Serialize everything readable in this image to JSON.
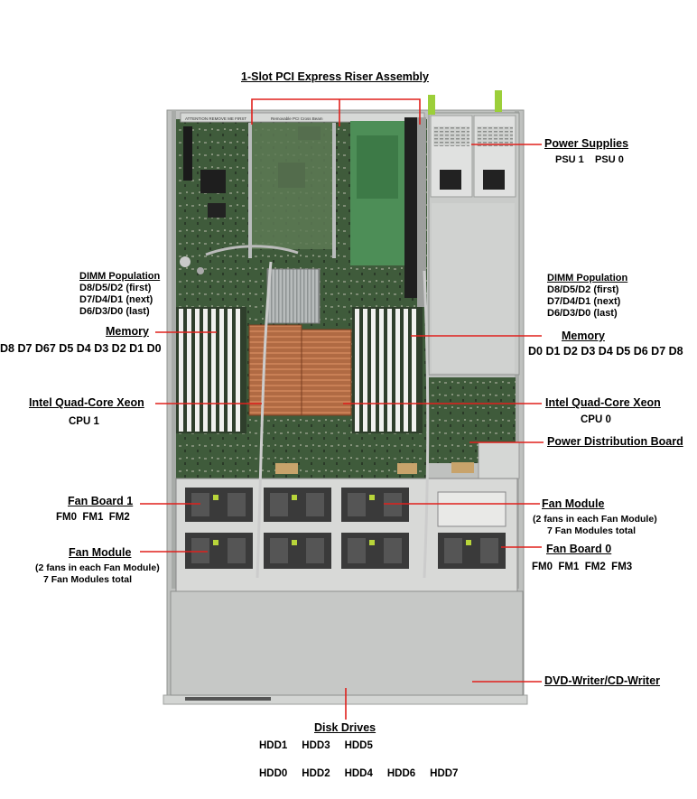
{
  "labels": {
    "riser": "1-Slot PCI Express Riser Assembly",
    "power_supplies": "Power Supplies",
    "psu_ids": "PSU 1    PSU 0",
    "dimm_left": {
      "title": "DIMM Population",
      "line1": "D8/D5/D2 (first)",
      "line2": "D7/D4/D1 (next)",
      "line3": "D6/D3/D0 (last)"
    },
    "dimm_right": {
      "title": "DIMM Population",
      "line1": "D8/D5/D2 (first)",
      "line2": "D7/D4/D1 (next)",
      "line3": "D6/D3/D0 (last)"
    },
    "memory_left": "Memory",
    "memory_left_slots": "D8 D7 D67 D5 D4 D3 D2 D1 D0",
    "memory_right": "Memory",
    "memory_right_slots": "D0 D1 D2 D3 D4 D5 D6 D7 D8",
    "cpu1_title": "Intel Quad-Core Xeon",
    "cpu1_id": "CPU 1",
    "cpu0_title": "Intel Quad-Core Xeon",
    "cpu0_id": "CPU 0",
    "pdb": "Power Distribution Board",
    "fan_board_1": "Fan Board 1",
    "fan_board_1_ids": "FM0  FM1  FM2",
    "fan_module_right": {
      "title": "Fan Module",
      "line1": "(2 fans in each Fan Module)",
      "line2": "7 Fan Modules total"
    },
    "fan_board_0": "Fan Board 0",
    "fan_board_0_ids": "FM0  FM1  FM2  FM3",
    "fan_module_left": {
      "title": "Fan Module",
      "line1": "(2 fans in each Fan Module)",
      "line2": "7 Fan Modules total"
    },
    "dvd": "DVD-Writer/CD-Writer",
    "disk_drives": "Disk Drives",
    "hdd_top": "HDD1     HDD3     HDD5",
    "hdd_bottom": "HDD0     HDD2     HDD4     HDD6     HDD7"
  },
  "board_text": {
    "attention": "ATTENTION  REMOVE ME FIRST",
    "pci_beam": "Removable PCI Cross Beam"
  },
  "colors": {
    "leader": "#e0201c",
    "board": "#3e5a3a",
    "chassis": "#c4c6c4"
  }
}
